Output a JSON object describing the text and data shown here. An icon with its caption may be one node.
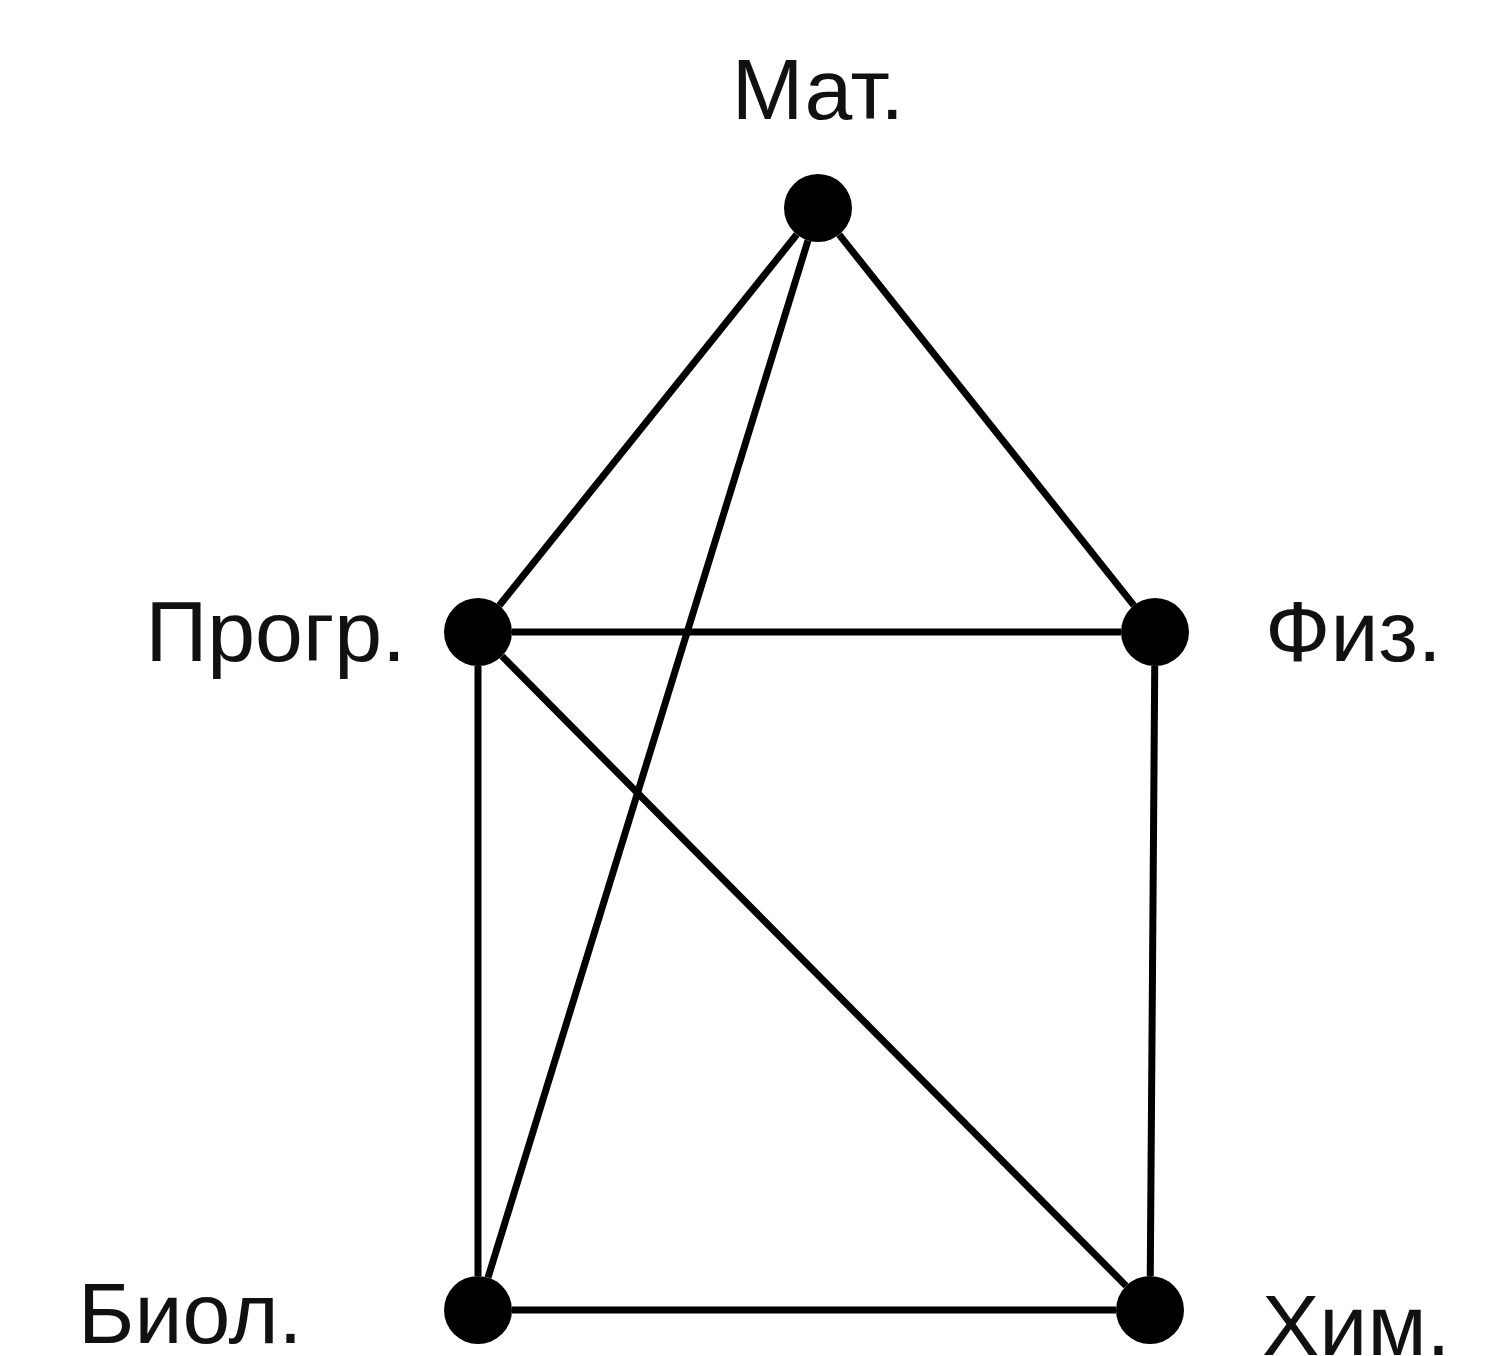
{
  "diagram": {
    "nodes": [
      {
        "text": [],
        "shape": "circle",
        "beside": [
          "Мат."
        ]
      },
      {
        "text": [],
        "shape": "circle",
        "beside": [
          "Прогр."
        ]
      },
      {
        "text": [],
        "shape": "circle",
        "beside": [
          "Физ."
        ]
      },
      {
        "text": [],
        "shape": "circle",
        "beside": [
          "Биол."
        ]
      },
      {
        "text": [],
        "shape": "circle",
        "beside": [
          "Хим."
        ]
      }
    ],
    "edges": [
      {
        "from": 0,
        "to": 1,
        "arrow": "none"
      },
      {
        "from": 0,
        "to": 2,
        "arrow": "none"
      },
      {
        "from": 0,
        "to": 3,
        "arrow": "none"
      },
      {
        "from": 1,
        "to": 2,
        "arrow": "none"
      },
      {
        "from": 1,
        "to": 3,
        "arrow": "none"
      },
      {
        "from": 1,
        "to": 4,
        "arrow": "none"
      },
      {
        "from": 2,
        "to": 4,
        "arrow": "none"
      },
      {
        "from": 3,
        "to": 4,
        "arrow": "none"
      }
    ]
  }
}
